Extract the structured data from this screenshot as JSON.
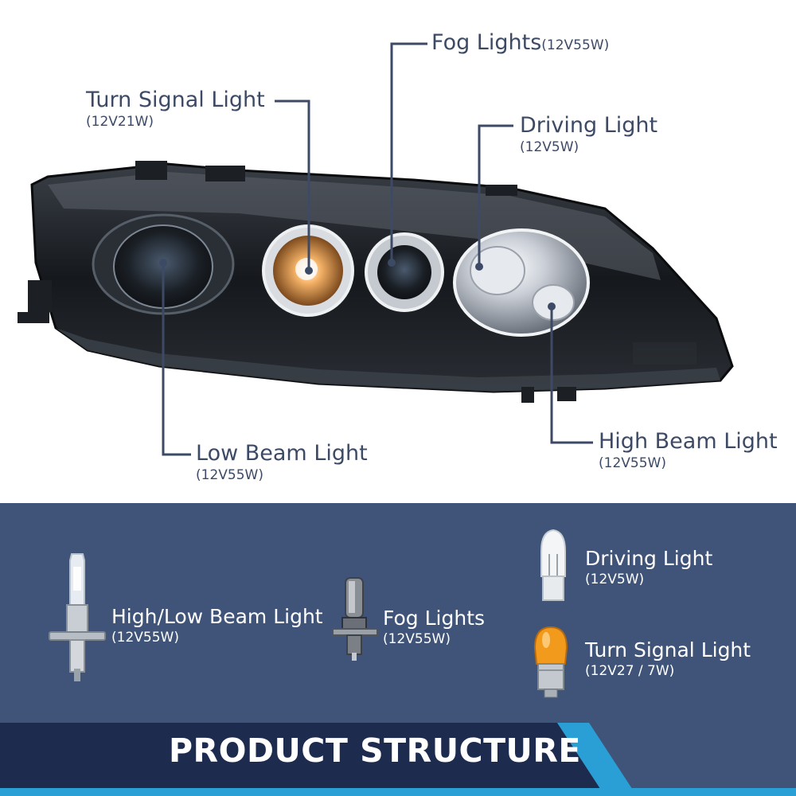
{
  "callouts": {
    "fog": {
      "label": "Fog Lights",
      "spec": "(12V55W)"
    },
    "turn": {
      "label": "Turn Signal Light",
      "spec": "(12V21W)"
    },
    "driving": {
      "label": "Driving Light",
      "spec": "(12V5W)"
    },
    "low": {
      "label": "Low Beam Light",
      "spec": "(12V55W)"
    },
    "high": {
      "label": "High Beam Light",
      "spec": "(12V55W)"
    }
  },
  "bulbs": [
    {
      "label": "High/Low Beam Light",
      "spec": "(12V55W)"
    },
    {
      "label": "Fog Lights",
      "spec": "(12V55W)"
    },
    {
      "label": "Driving Light",
      "spec": "(12V5W)"
    },
    {
      "label": "Turn Signal Light",
      "spec": "(12V27 / 7W)"
    }
  ],
  "banner": {
    "title": "PRODUCT STRUCTURE"
  },
  "colors": {
    "label_text": "#3d4a66",
    "leader_line": "#3d4a66",
    "bottom_panel": "#3f5478",
    "banner_dark": "#1d2b4f",
    "banner_accent": "#2a9fd6"
  },
  "icons": [
    "headlamp-assembly",
    "h1-halogen-bulb",
    "h3-halogen-bulb",
    "t10-wedge-bulb",
    "amber-1157-bulb"
  ]
}
